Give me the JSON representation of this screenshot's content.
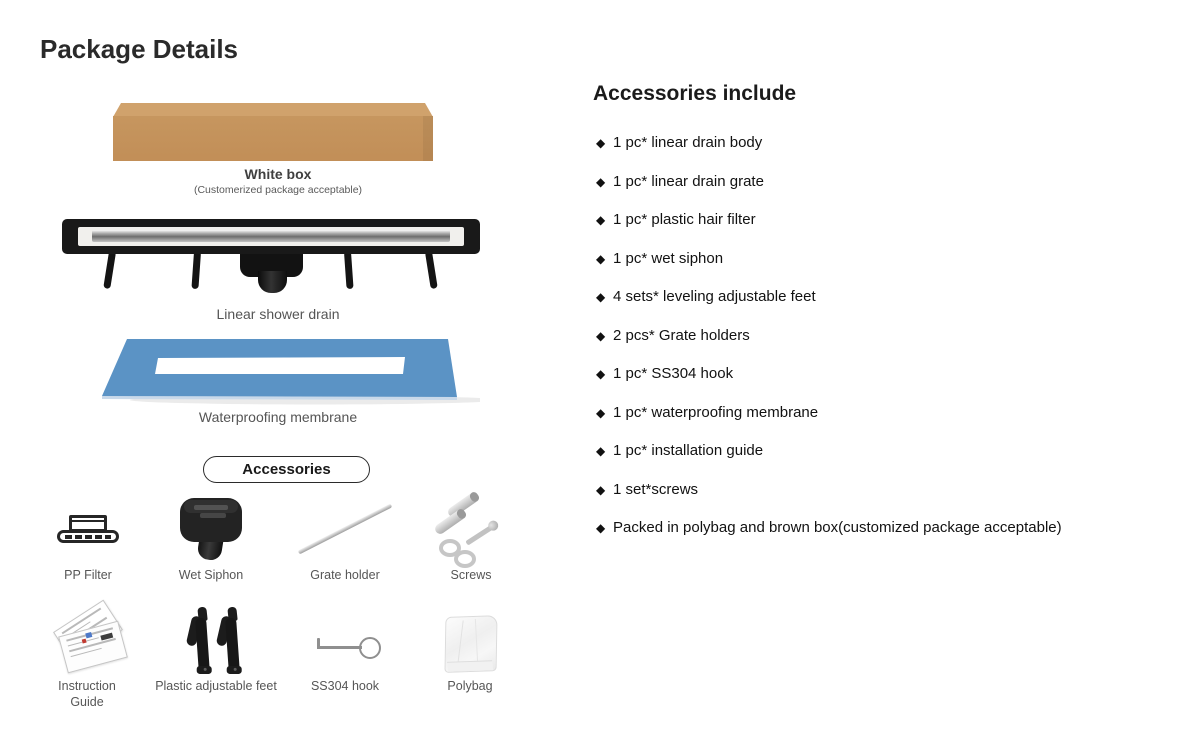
{
  "page": {
    "title": "Package Details"
  },
  "left_panel": {
    "white_box": {
      "label": "White box",
      "sublabel": "(Customerized package acceptable)"
    },
    "linear_drain": {
      "label": "Linear shower drain"
    },
    "membrane": {
      "label": "Waterproofing membrane"
    },
    "accessories_pill": {
      "label": "Accessories"
    },
    "accessory_grid": [
      {
        "label": "PP Filter",
        "icon": "pp-filter-icon"
      },
      {
        "label": "Wet Siphon",
        "icon": "wet-siphon-icon"
      },
      {
        "label": "Grate holder",
        "icon": "grate-holder-icon"
      },
      {
        "label": "Screws",
        "icon": "screws-icon"
      },
      {
        "label": "Instruction Guide",
        "icon": "instruction-guide-icon"
      },
      {
        "label": "Plastic adjustable feet",
        "icon": "adjustable-feet-icon"
      },
      {
        "label": "SS304 hook",
        "icon": "ss304-hook-icon"
      },
      {
        "label": "Polybag",
        "icon": "polybag-icon"
      }
    ]
  },
  "right_panel": {
    "heading": "Accessories include",
    "bullet": "◆",
    "items": [
      "1 pc* linear drain body",
      "1 pc* linear drain grate",
      "1 pc* plastic hair filter",
      "1 pc* wet siphon",
      "4 sets* leveling adjustable feet",
      "2 pcs* Grate holders",
      "1 pc* SS304 hook",
      "1 pc* waterproofing membrane",
      "1 pc* installation guide",
      "1 set*screws",
      "Packed in polybag and brown box(customized package acceptable)"
    ]
  },
  "colors": {
    "box_brown": "#c6965f",
    "box_brown_top": "#d0a26c",
    "membrane_blue": "#5b93c5",
    "membrane_edge": "#c9d9ea",
    "drain_black": "#191919",
    "label_gray": "#565656",
    "silver": "#c6c6c6"
  }
}
